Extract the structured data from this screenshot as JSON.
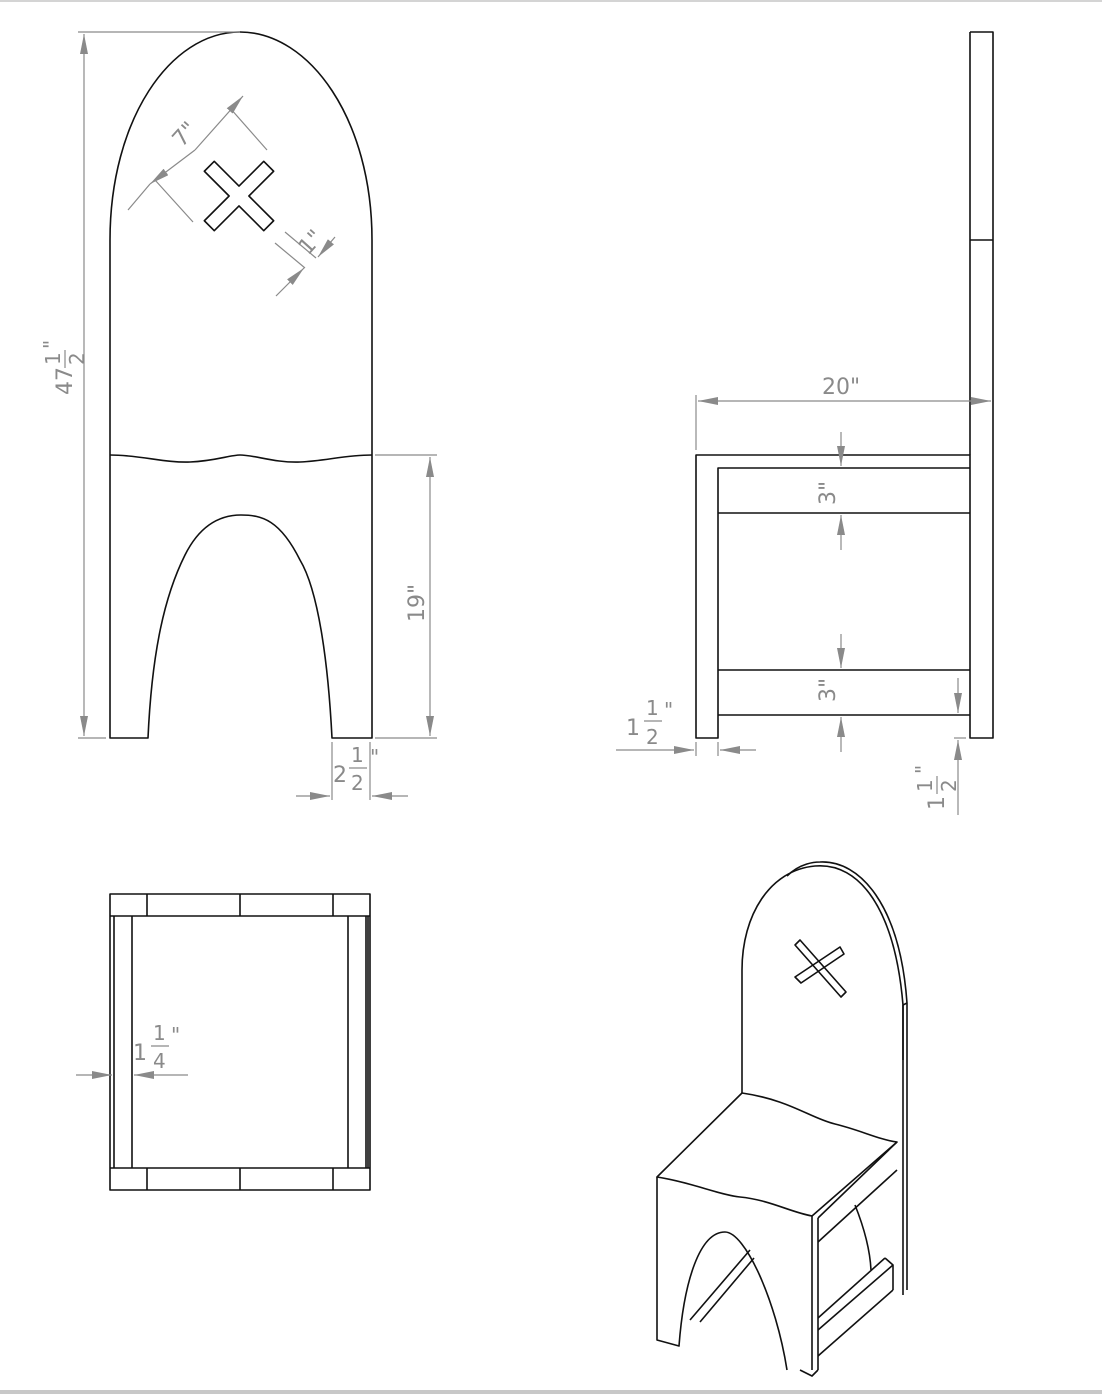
{
  "drawing": {
    "subject": "Chair",
    "views": [
      {
        "name": "front-view"
      },
      {
        "name": "side-view"
      },
      {
        "name": "top-view"
      },
      {
        "name": "isometric-view"
      }
    ]
  },
  "dimensions": {
    "overall_height": {
      "whole": "47",
      "num": "1",
      "den": "2",
      "unit": "\""
    },
    "cross_length": {
      "label": "7\""
    },
    "cross_width": {
      "label": "1\""
    },
    "seat_height": {
      "label": "19\""
    },
    "leg_width_front": {
      "whole": "2",
      "num": "1",
      "den": "2",
      "unit": "\""
    },
    "seat_depth": {
      "label": "20\""
    },
    "apron_upper": {
      "label": "3\""
    },
    "apron_lower": {
      "label": "3\""
    },
    "side_leg_thickness": {
      "whole": "1",
      "num": "1",
      "den": "2",
      "unit": "\""
    },
    "stretcher_clearance": {
      "whole": "1",
      "num": "1",
      "den": "2",
      "unit": "\""
    },
    "top_panel_thickness": {
      "whole": "1",
      "num": "1",
      "den": "4",
      "unit": "\""
    }
  },
  "colors": {
    "object_line": "#111111",
    "dimension_line": "#8a8a8a",
    "background": "#ffffff"
  }
}
